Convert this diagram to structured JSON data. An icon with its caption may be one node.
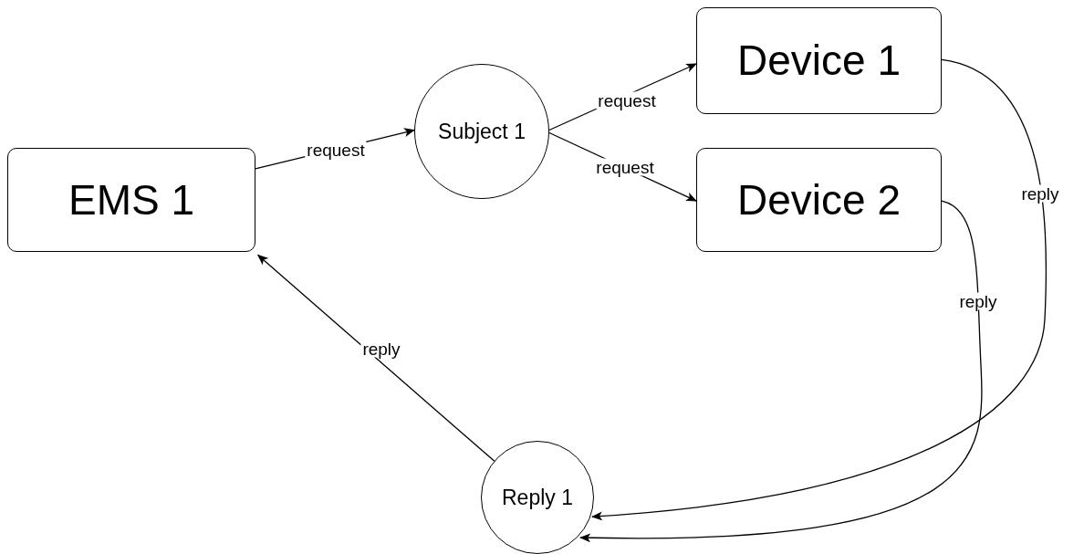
{
  "diagram": {
    "nodes": [
      {
        "text": [
          "EMS 1"
        ]
      },
      {
        "text": [
          "Subject 1"
        ]
      },
      {
        "text": [
          "Device 1"
        ]
      },
      {
        "text": [
          "Device 2"
        ]
      },
      {
        "text": [
          "Reply 1"
        ]
      }
    ],
    "edges": [
      {
        "from": 0,
        "to": 1,
        "arrow": "to",
        "label": "request"
      },
      {
        "from": 1,
        "to": 2,
        "arrow": "to",
        "label": "request"
      },
      {
        "from": 1,
        "to": 3,
        "arrow": "to",
        "label": "request"
      },
      {
        "from": 2,
        "to": 4,
        "arrow": "to",
        "label": "reply"
      },
      {
        "from": 3,
        "to": 4,
        "arrow": "to",
        "label": "reply"
      },
      {
        "from": 4,
        "to": 0,
        "arrow": "to",
        "label": "reply"
      }
    ]
  }
}
